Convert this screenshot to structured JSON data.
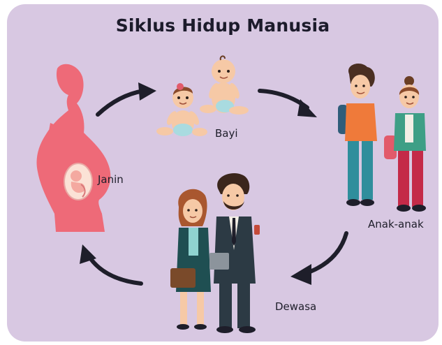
{
  "title": "Siklus Hidup Manusia",
  "stages": [
    {
      "id": "janin",
      "label": "Janin"
    },
    {
      "id": "bayi",
      "label": "Bayi"
    },
    {
      "id": "anak",
      "label": "Anak-anak"
    },
    {
      "id": "dewasa",
      "label": "Dewasa"
    }
  ],
  "colors": {
    "background": "#d8c8e2",
    "arrow": "#1e1e2a",
    "silhouette": "#ee6a78",
    "skin": "#f6c9a6"
  }
}
